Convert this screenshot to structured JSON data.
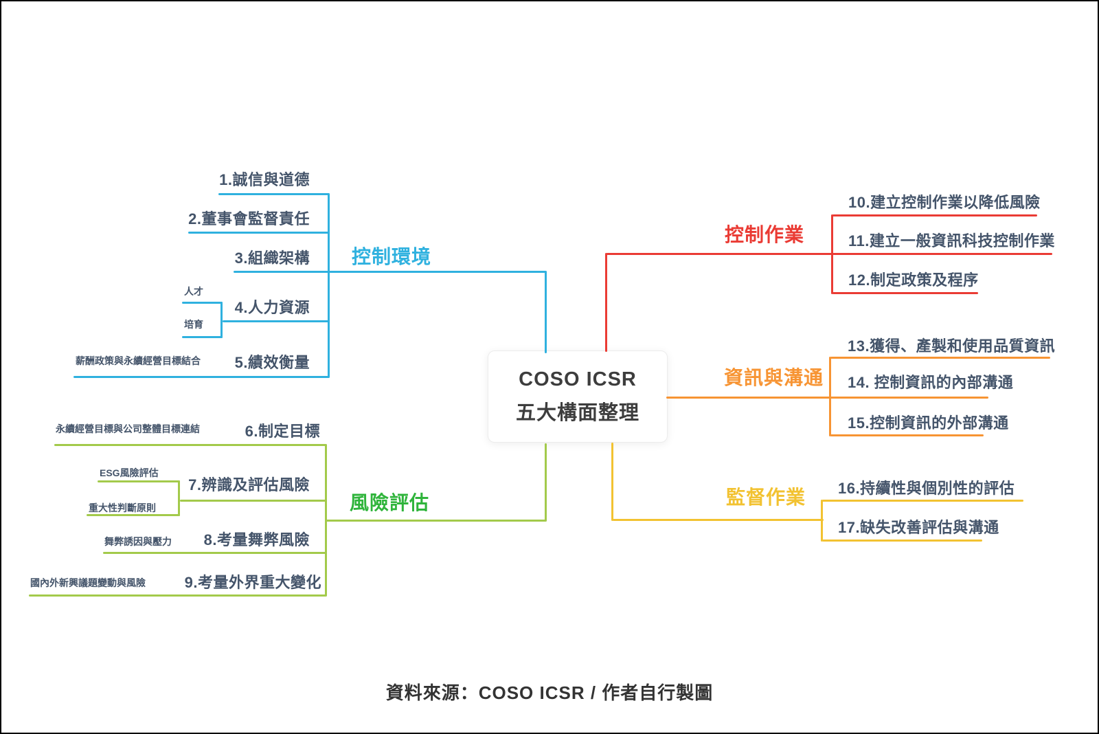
{
  "title": {
    "line1": "COSO ICSR",
    "line2": "五大構面整理"
  },
  "caption": "資料來源：COSO ICSR / 作者自行製圖",
  "colors": {
    "control_environment": "#2FB1DF",
    "risk_assessment_line": "#A3CA4B",
    "risk_assessment_label": "#2FB43B",
    "control_activities": "#EA3B34",
    "information_communication": "#F79433",
    "monitoring_activities": "#F2C231",
    "item_text": "#44546A",
    "title_text": "#3D3D3D",
    "caption_text": "#333333"
  },
  "branches": {
    "control_environment": {
      "label": "控制環境",
      "items": [
        "1.誠信與道德",
        "2.董事會監督責任",
        "3.組織架構",
        "4.人力資源",
        "5.績效衡量"
      ],
      "subs": {
        "talent": "人才",
        "cultivation": "培育",
        "compensation": "薪酬政策與永續經營目標結合"
      }
    },
    "risk_assessment": {
      "label": "風險評估",
      "items": [
        "6.制定目標",
        "7.辨識及評估風險",
        "8.考量舞弊風險",
        "9.考量外界重大變化"
      ],
      "subs": {
        "goal_link": "永續經營目標與公司整體目標連結",
        "esg_risk": "ESG風險評估",
        "materiality": "重大性判斷原則",
        "fraud_incentive": "舞弊誘因與壓力",
        "emerging_issues": "國內外新興議題變動與風險"
      }
    },
    "control_activities": {
      "label": "控制作業",
      "items": [
        "10.建立控制作業以降低風險",
        "11.建立一般資訊科技控制作業",
        "12.制定政策及程序"
      ]
    },
    "information_communication": {
      "label": "資訊與溝通",
      "items": [
        "13.獲得、產製和使用品質資訊",
        "14. 控制資訊的內部溝通",
        "15.控制資訊的外部溝通"
      ]
    },
    "monitoring_activities": {
      "label": "監督作業",
      "items": [
        "16.持續性與個別性的評估",
        "17.缺失改善評估與溝通"
      ]
    }
  }
}
